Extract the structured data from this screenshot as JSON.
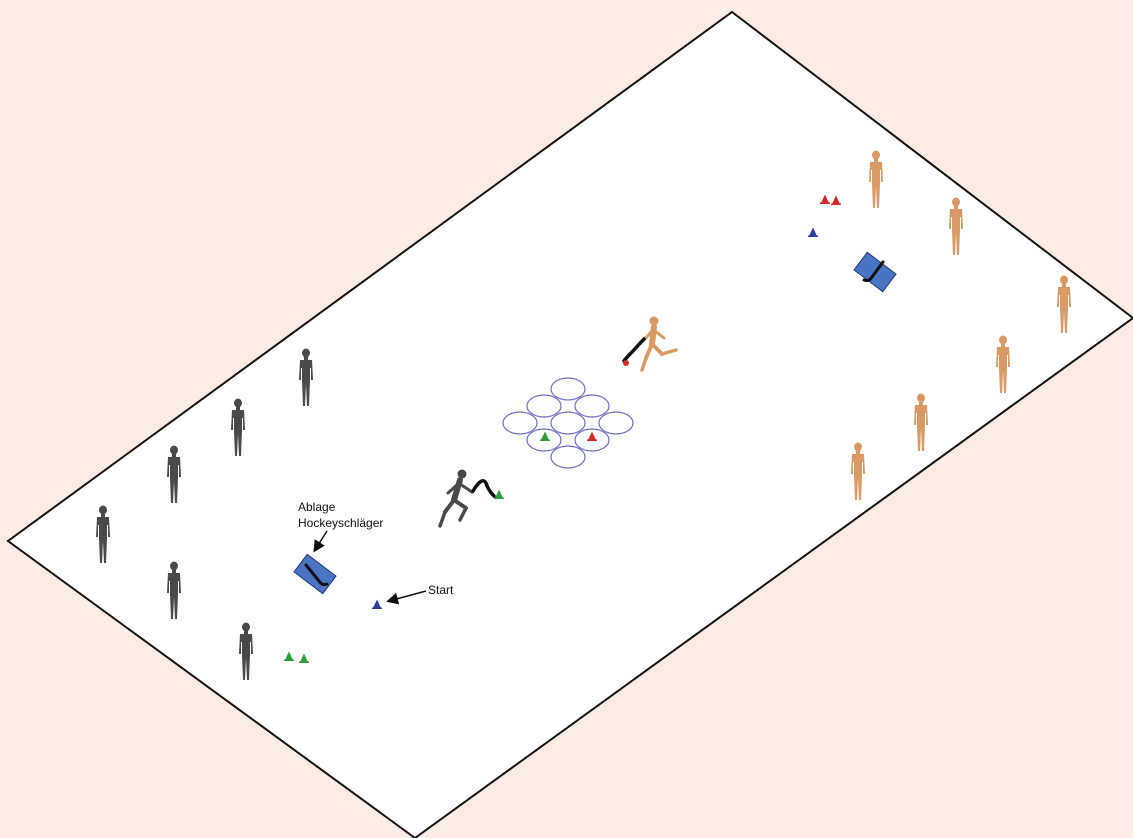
{
  "colors": {
    "background": "#fdece3",
    "field": "#ffffff",
    "team_dark": "#4a4a4a",
    "team_orange": "#d99a66",
    "cone_green": "#2e9e3a",
    "cone_red": "#d42a2a",
    "cone_blue": "#2c3e9e",
    "hoop": "#6d6dc9",
    "stick_box": "#4a74c4"
  },
  "labels": {
    "stick_storage_line1": "Ablage",
    "stick_storage_line2": "Hockeyschläger",
    "start": "Start"
  },
  "elements": {
    "team_dark_players": 6,
    "team_orange_players": 6,
    "hoops": 9,
    "stick_storage_boxes": 2
  },
  "icons": [
    "standing-player-icon",
    "running-player-icon",
    "hockey-stick-icon",
    "cone-icon",
    "hoop-icon",
    "arrow-icon"
  ]
}
